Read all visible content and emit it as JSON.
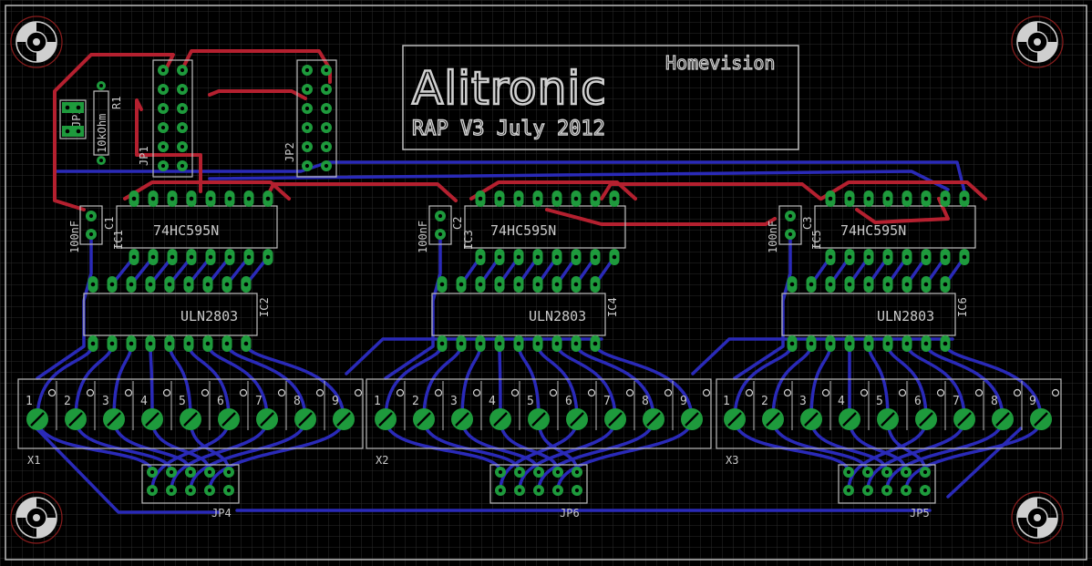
{
  "board": {
    "title": "Alitronic",
    "subtitle": "RAP V3 July 2012",
    "tagline": "Homevision",
    "colors": {
      "background": "#000000",
      "grid": "#2b2b2b",
      "silkscreen": "#c8c8c8",
      "top_trace": "#b4202f",
      "bottom_trace": "#2a2ab8",
      "pad": "#1e9a3c",
      "drill": "#000000"
    }
  },
  "chips": [
    {
      "shift": "74HC595N",
      "shift_ref": "IC1",
      "driver": "ULN2803",
      "driver_ref": "IC2",
      "cap_ref": "C1",
      "cap_value": "100nF",
      "terminal_ref": "X1",
      "header_ref": "JP4"
    },
    {
      "shift": "74HC595N",
      "shift_ref": "IC3",
      "driver": "ULN2803",
      "driver_ref": "IC4",
      "cap_ref": "C2",
      "cap_value": "100nF",
      "terminal_ref": "X2",
      "header_ref": "JP6"
    },
    {
      "shift": "74HC595N",
      "shift_ref": "IC5",
      "driver": "ULN2803",
      "driver_ref": "IC6",
      "cap_ref": "C3",
      "cap_value": "100nF",
      "terminal_ref": "X3",
      "header_ref": "JP5"
    }
  ],
  "terminal_pins": [
    "1",
    "2",
    "3",
    "4",
    "5",
    "6",
    "7",
    "8",
    "9"
  ],
  "misc_labels": {
    "jp3": "JP3",
    "r1": "R1",
    "r1_value": "10kOhm",
    "jp1": "JP1",
    "jp2": "JP2"
  }
}
